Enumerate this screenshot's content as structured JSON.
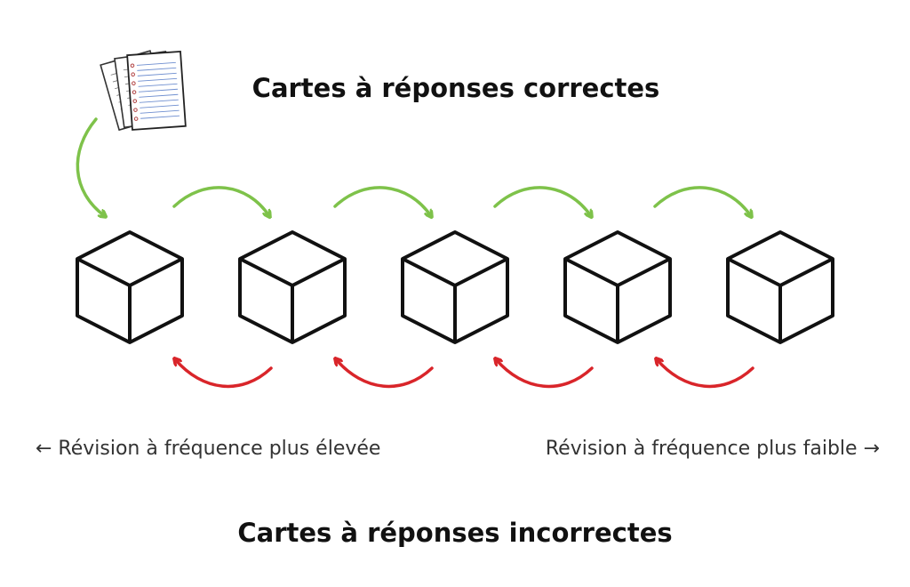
{
  "title_top": "Cartes à réponses correctes",
  "title_bottom": "Cartes à réponses incorrectes",
  "caption_left": "← Révision à fréquence plus élevée",
  "caption_right": "Révision à fréquence plus faible →",
  "colors": {
    "correct_arrow": "#7ec24a",
    "incorrect_arrow": "#d9252a",
    "cube_stroke": "#111111"
  },
  "icons": {
    "cards": "card-stack-icon",
    "box": "box-icon"
  }
}
